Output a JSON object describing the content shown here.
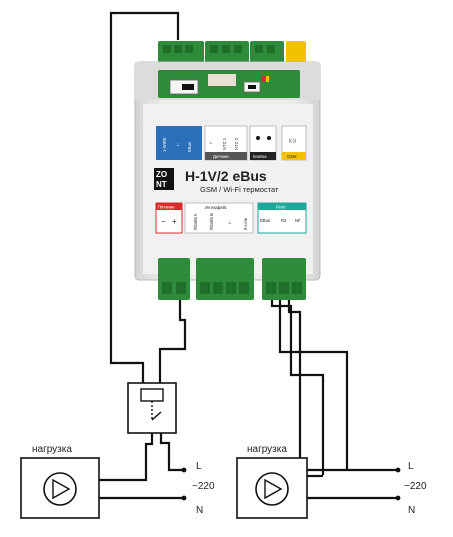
{
  "device": {
    "logo_rows": [
      "ZO",
      "NT"
    ],
    "model": "H-1V/2 eBus",
    "subtitle": "GSM / Wi-Fi термостат",
    "top_labels": {
      "bus_1wire": "1-WIRE",
      "bus_ebus": "EBus",
      "sensors_title": "Датчики",
      "ntc1": "NTC 1",
      "ntc2": "NTC 2",
      "button_title": "Кнопка",
      "gsm": "GSM"
    },
    "power_title": "Питание",
    "power_minus": "−",
    "power_plus": "+",
    "interface_title": "Интерфейс",
    "interface_pins": [
      "RS485 A",
      "RS485 B",
      "⊥",
      "K-Line"
    ],
    "relay_title": "Реле",
    "relay_pins": [
      "EBus",
      "R2",
      "NF"
    ]
  },
  "load_left": {
    "title": "нагрузка",
    "line_label": "L",
    "voltage_label": "~220",
    "neutral_label": "N"
  },
  "load_right": {
    "title": "нагрузка",
    "line_label": "L",
    "voltage_label": "~220",
    "neutral_label": "N"
  },
  "colors": {
    "terminal_green": "#2e8b3a",
    "terminal_dark": "#1f6e2a",
    "housing": "#e6e6e6",
    "panel_blue": "#2a6fb8",
    "panel_red": "#d62c2c",
    "panel_teal": "#1fa89a",
    "panel_yellow": "#f2c200"
  }
}
